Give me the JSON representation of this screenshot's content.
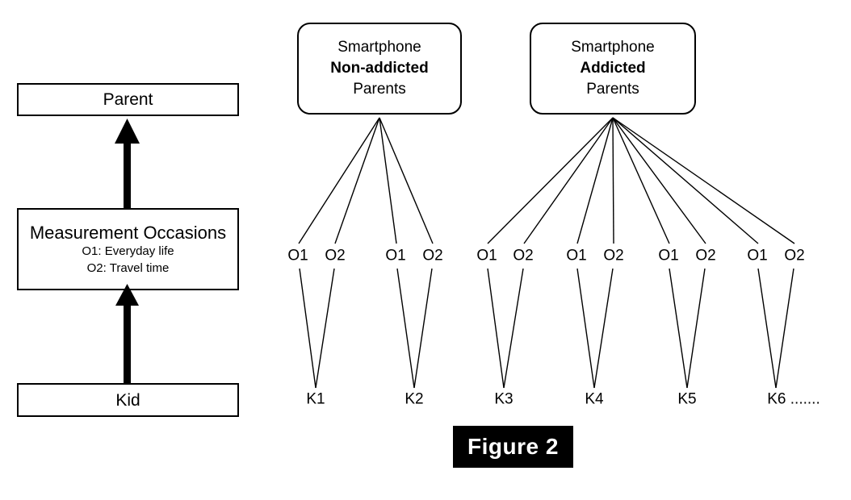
{
  "figure": {
    "caption": "Figure 2"
  },
  "left_panel": {
    "levels": [
      {
        "title": "Parent",
        "sublines": []
      },
      {
        "title": "Measurement Occasions",
        "sublines": [
          "O1: Everyday life",
          "O2: Travel time"
        ]
      },
      {
        "title": "Kid",
        "sublines": []
      }
    ],
    "arrows": [
      {
        "from": "Kid",
        "to": "Measurement Occasions"
      },
      {
        "from": "Measurement Occasions",
        "to": "Parent"
      }
    ]
  },
  "right_panel": {
    "groups": [
      {
        "id": "non-addicted",
        "line1": "Smartphone",
        "line2": "Non-addicted",
        "line3": "Parents",
        "occasions": [
          "O1",
          "O2",
          "O1",
          "O2"
        ],
        "kids": [
          "K1",
          "K2"
        ]
      },
      {
        "id": "addicted",
        "line1": "Smartphone",
        "line2": "Addicted",
        "line3": "Parents",
        "occasions": [
          "O1",
          "O2",
          "O1",
          "O2",
          "O1",
          "O2",
          "O1",
          "O2"
        ],
        "kids": [
          "K3",
          "K4",
          "K5",
          "K6 ......."
        ]
      }
    ]
  },
  "colors": {
    "stroke": "#000000",
    "background": "#ffffff",
    "caption_background": "#000000",
    "caption_text": "#ffffff"
  }
}
